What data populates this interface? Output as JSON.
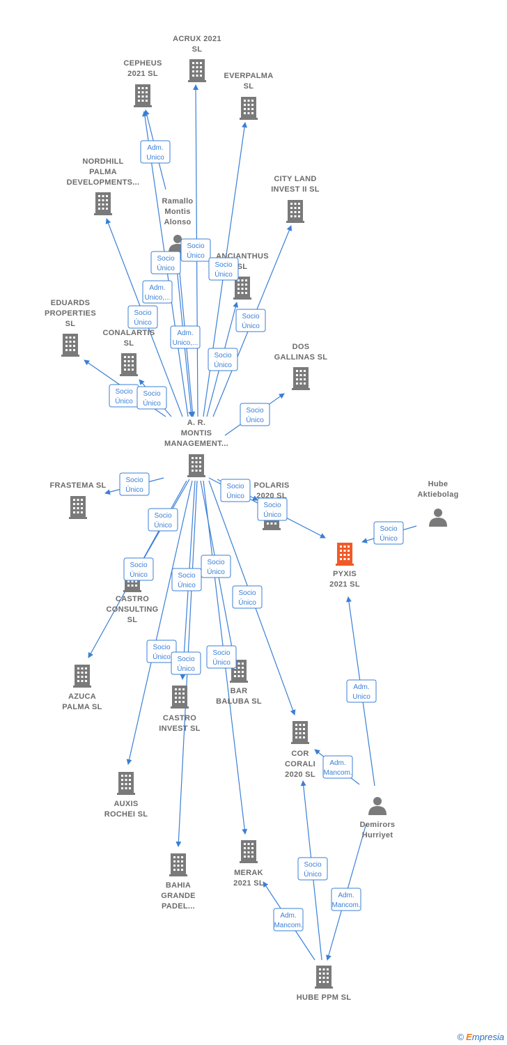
{
  "colors": {
    "edge": "#3a7fd6",
    "building": "#7a7a7a",
    "highlight": "#f05a28",
    "person": "#7a7a7a"
  },
  "nodes": [
    {
      "id": "acrux",
      "type": "company",
      "label": [
        "ACRUX 2021",
        "SL"
      ]
    },
    {
      "id": "cepheus",
      "type": "company",
      "label": [
        "CEPHEUS",
        "2021  SL"
      ]
    },
    {
      "id": "everpalma",
      "type": "company",
      "label": [
        "EVERPALMA",
        "SL"
      ]
    },
    {
      "id": "nordhill",
      "type": "company",
      "label": [
        "NORDHILL",
        "PALMA",
        "DEVELOPMENTS..."
      ]
    },
    {
      "id": "ramallo",
      "type": "person",
      "label": [
        "Ramallo",
        "Montis",
        "Alonso"
      ]
    },
    {
      "id": "cityland",
      "type": "company",
      "label": [
        "CITY LAND",
        "INVEST II  SL"
      ]
    },
    {
      "id": "ancianthus",
      "type": "company",
      "label": [
        "ANCIANTHUS",
        "SL"
      ]
    },
    {
      "id": "eduards",
      "type": "company",
      "label": [
        "EDUARDS",
        "PROPERTIES",
        "SL"
      ]
    },
    {
      "id": "conalartis",
      "type": "company",
      "label": [
        "CONALARTIS",
        "SL"
      ]
    },
    {
      "id": "dosgallinas",
      "type": "company",
      "label": [
        "DOS",
        "GALLINAS  SL"
      ]
    },
    {
      "id": "armontis",
      "type": "company",
      "label": [
        "A. R.",
        "MONTIS",
        "MANAGEMENT..."
      ]
    },
    {
      "id": "frastema",
      "type": "company",
      "label": [
        "FRASTEMA  SL"
      ]
    },
    {
      "id": "polaris",
      "type": "company",
      "label": [
        "POLARIS",
        "2020  SL"
      ]
    },
    {
      "id": "hube",
      "type": "person",
      "label": [
        "Hube",
        "Aktiebolag"
      ]
    },
    {
      "id": "pyxis",
      "type": "company",
      "highlight": true,
      "label": [
        "PYXIS",
        "2021  SL"
      ]
    },
    {
      "id": "castroconsulting",
      "type": "company",
      "label": [
        "CASTRO",
        "CONSULTING",
        "SL"
      ]
    },
    {
      "id": "azuca",
      "type": "company",
      "label": [
        "AZUCA",
        "PALMA  SL"
      ]
    },
    {
      "id": "castroinvest",
      "type": "company",
      "label": [
        "CASTRO",
        "INVEST  SL"
      ]
    },
    {
      "id": "baluba",
      "type": "company",
      "label": [
        "BAR",
        "BALUBA  SL"
      ]
    },
    {
      "id": "corcorali",
      "type": "company",
      "label": [
        "COR",
        "CORALI",
        "2020  SL"
      ]
    },
    {
      "id": "demirors",
      "type": "person",
      "label": [
        "Demirors",
        "Hurriyet"
      ]
    },
    {
      "id": "auxis",
      "type": "company",
      "label": [
        "AUXIS",
        "ROCHEI  SL"
      ]
    },
    {
      "id": "bahia",
      "type": "company",
      "label": [
        "BAHIA",
        "GRANDE",
        "PADEL..."
      ]
    },
    {
      "id": "merak",
      "type": "company",
      "label": [
        "MERAK",
        "2021  SL"
      ]
    },
    {
      "id": "hubeppm",
      "type": "company",
      "label": [
        "HUBE PPM  SL"
      ]
    }
  ],
  "edges": [
    {
      "from": "ramallo",
      "to": "cepheus",
      "label": [
        "Adm.",
        "Unico"
      ]
    },
    {
      "from": "armontis",
      "to": "cepheus",
      "label": [
        "Socio",
        "Único"
      ]
    },
    {
      "from": "armontis",
      "to": "acrux",
      "label": [
        "Socio",
        "Único"
      ]
    },
    {
      "from": "armontis",
      "to": "everpalma",
      "label": [
        "Socio",
        "Único"
      ]
    },
    {
      "from": "armontis",
      "to": "nordhill",
      "label": [
        "Socio",
        "Único"
      ]
    },
    {
      "from": "armontis",
      "to": "cityland",
      "label": [
        "Socio",
        "Único"
      ]
    },
    {
      "from": "armontis",
      "to": "ancianthus",
      "label": [
        "Socio",
        "Único"
      ]
    },
    {
      "from": "ramallo",
      "to": "armontis",
      "label": [
        "Adm.",
        "Unico,..."
      ]
    },
    {
      "from": "ramallo",
      "to": "armontis",
      "label": [
        "Adm.",
        "Unico,..."
      ]
    },
    {
      "from": "armontis",
      "to": "eduards",
      "label": [
        "Socio",
        "Único"
      ]
    },
    {
      "from": "armontis",
      "to": "conalartis",
      "label": [
        "Socio",
        "Único"
      ]
    },
    {
      "from": "armontis",
      "to": "dosgallinas",
      "label": [
        "Socio",
        "Único"
      ]
    },
    {
      "from": "armontis",
      "to": "frastema",
      "label": [
        "Socio",
        "Único"
      ]
    },
    {
      "from": "armontis",
      "to": "polaris",
      "label": [
        "Socio",
        "Único"
      ]
    },
    {
      "from": "armontis",
      "to": "pyxis",
      "label": [
        "Socio",
        "Único"
      ]
    },
    {
      "from": "hube",
      "to": "pyxis",
      "label": [
        "Socio",
        "Único"
      ]
    },
    {
      "from": "armontis",
      "to": "castroconsulting",
      "label": [
        "Socio",
        "Único"
      ]
    },
    {
      "from": "armontis",
      "to": "azuca",
      "label": [
        "Socio",
        "Único"
      ]
    },
    {
      "from": "armontis",
      "to": "castroinvest",
      "label": [
        "Socio",
        "Único"
      ]
    },
    {
      "from": "armontis",
      "to": "baluba",
      "label": [
        "Socio",
        "Único"
      ]
    },
    {
      "from": "armontis",
      "to": "corcorali",
      "label": [
        "Socio",
        "Único"
      ]
    },
    {
      "from": "armontis",
      "to": "auxis",
      "label": [
        "Socio",
        "Único"
      ]
    },
    {
      "from": "armontis",
      "to": "bahia",
      "label": [
        "Socio",
        "Único"
      ]
    },
    {
      "from": "armontis",
      "to": "merak",
      "label": [
        "Socio",
        "Único"
      ]
    },
    {
      "from": "demirors",
      "to": "pyxis",
      "label": [
        "Adm.",
        "Unico"
      ]
    },
    {
      "from": "demirors",
      "to": "corcorali",
      "label": [
        "Adm.",
        "Mancom."
      ]
    },
    {
      "from": "hubeppm",
      "to": "corcorali",
      "label": [
        "Socio",
        "Único"
      ]
    },
    {
      "from": "demirors",
      "to": "hubeppm",
      "label": [
        "Adm.",
        "Mancom."
      ]
    },
    {
      "from": "hubeppm",
      "to": "merak",
      "label": [
        "Adm.",
        "Mancom."
      ]
    }
  ],
  "watermark": {
    "copyright": "©",
    "brand_e": "E",
    "brand_rest": "mpresia"
  }
}
